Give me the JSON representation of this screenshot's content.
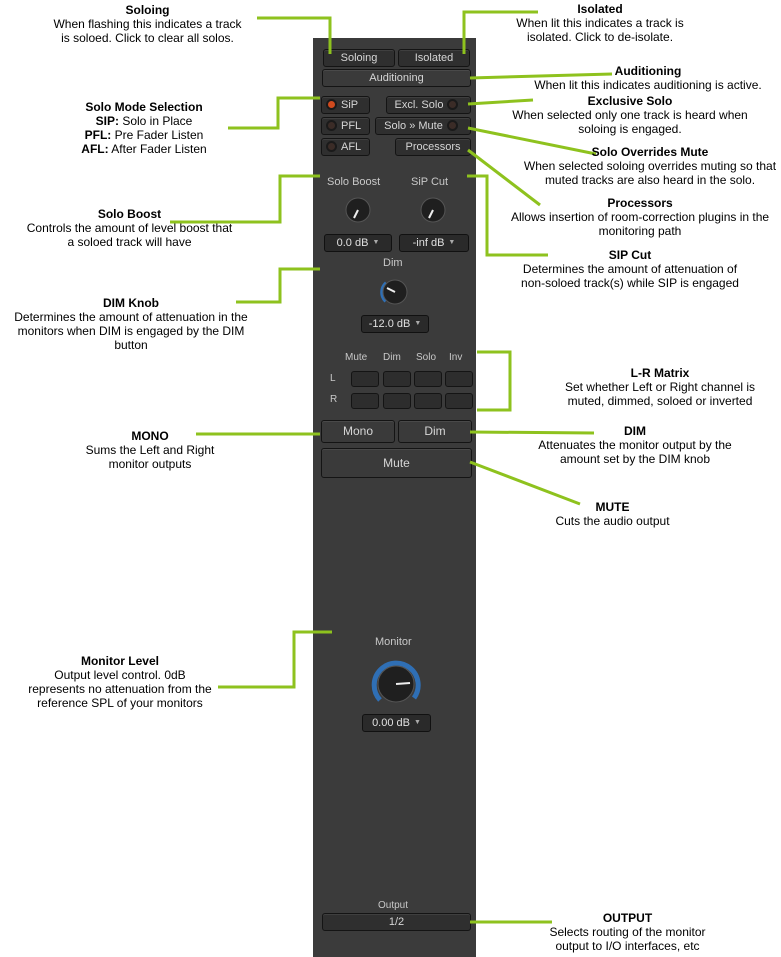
{
  "annotations": {
    "soloing": {
      "title": "Soloing",
      "lines": [
        "When flashing this indicates a track",
        "is soloed.  Click to clear all solos."
      ]
    },
    "isolated": {
      "title": "Isolated",
      "lines": [
        "When lit this indicates a track is",
        "isolated.  Click to de-isolate."
      ]
    },
    "auditioning": {
      "title": "Auditioning",
      "lines": [
        "When lit this indicates auditioning is active."
      ]
    },
    "exclusive_solo": {
      "title": "Exclusive Solo",
      "lines": [
        "When selected only one track is heard when",
        "soloing is engaged."
      ]
    },
    "solo_mode": {
      "title": "Solo Mode Selection",
      "items": [
        {
          "k": "SIP:",
          "v": "Solo in Place"
        },
        {
          "k": "PFL:",
          "v": "Pre Fader Listen"
        },
        {
          "k": "AFL:",
          "v": "After Fader Listen"
        }
      ]
    },
    "solo_overrides_mute": {
      "title": "Solo Overrides Mute",
      "lines": [
        "When selected soloing overrides muting so that",
        "muted tracks are also heard in the solo."
      ]
    },
    "processors": {
      "title": "Processors",
      "lines": [
        "Allows insertion of room-correction plugins in the",
        "monitoring path"
      ]
    },
    "solo_boost": {
      "title": "Solo Boost",
      "lines": [
        "Controls the amount of level boost that",
        "a soloed track will have"
      ]
    },
    "sip_cut": {
      "title": "SIP Cut",
      "lines": [
        "Determines the amount of attenuation of",
        "non-soloed track(s) while SIP is engaged"
      ]
    },
    "dim_knob": {
      "title": "DIM Knob",
      "lines": [
        "Determines the amount of attenuation in the",
        "monitors when DIM is engaged by the DIM button"
      ]
    },
    "lr_matrix": {
      "title": "L-R Matrix",
      "lines": [
        "Set whether Left or Right channel is",
        "muted, dimmed, soloed or inverted"
      ]
    },
    "mono": {
      "title": "MONO",
      "lines": [
        "Sums the Left and Right",
        "monitor outputs"
      ]
    },
    "dim": {
      "title": "DIM",
      "lines": [
        "Attenuates the monitor output by the",
        "amount set by the DIM knob"
      ]
    },
    "mute": {
      "title": "MUTE",
      "lines": [
        "Cuts the audio output"
      ]
    },
    "monitor_level": {
      "title": "Monitor Level",
      "lines": [
        "Output level control.  0dB",
        "represents no attenuation from the",
        "reference SPL of your monitors"
      ]
    },
    "output": {
      "title": "OUTPUT",
      "lines": [
        "Selects routing of the monitor",
        "output to I/O interfaces, etc"
      ]
    }
  },
  "panel": {
    "soloing_btn": "Soloing",
    "isolated_btn": "Isolated",
    "auditioning_btn": "Auditioning",
    "sip_btn": "SiP",
    "pfl_btn": "PFL",
    "afl_btn": "AFL",
    "excl_solo_btn": "Excl. Solo",
    "solo_mute_btn": "Solo » Mute",
    "processors_btn": "Processors",
    "solo_boost_label": "Solo Boost",
    "sip_cut_label": "SiP Cut",
    "solo_boost_value": "0.0 dB",
    "sip_cut_value": "-inf dB",
    "dim_label": "Dim",
    "dim_value": "-12.0 dB",
    "matrix_cols": [
      "Mute",
      "Dim",
      "Solo",
      "Inv"
    ],
    "matrix_rows": [
      "L",
      "R"
    ],
    "mono_btn": "Mono",
    "dim_btn": "Dim",
    "mute_btn": "Mute",
    "monitor_label": "Monitor",
    "monitor_value": "0.00 dB",
    "output_label": "Output",
    "output_value": "1/2",
    "dropdown_arrow": "▼"
  },
  "colors": {
    "callout": "#8ec21e",
    "panel": "#3b3b3b",
    "led_on": "#d04a1e",
    "knob_arc": "#2f6fb5"
  }
}
